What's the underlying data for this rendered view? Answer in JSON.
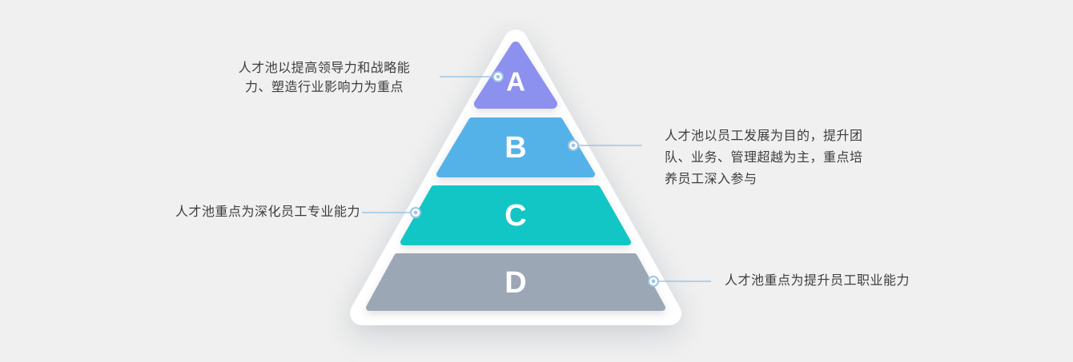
{
  "diagram": {
    "title": "talent-pool-pyramid",
    "background_color": "#f0f0f0",
    "connector_color": "#9cc6e6",
    "levels": [
      {
        "id": "A",
        "label": "A",
        "color": "#8C90EE",
        "annotation": "人才池以提高领导力和战略能力、塑造行业影响力为重点",
        "annotation_side": "left"
      },
      {
        "id": "B",
        "label": "B",
        "color": "#55B2E8",
        "annotation": "人才池以员工发展为目的，提升团队、业务、管理超越为主，重点培养员工深入参与",
        "annotation_side": "right"
      },
      {
        "id": "C",
        "label": "C",
        "color": "#12C6C6",
        "annotation": "人才池重点为深化员工专业能力",
        "annotation_side": "left"
      },
      {
        "id": "D",
        "label": "D",
        "color": "#9CA7B6",
        "annotation": "人才池重点为提升员工职业能力",
        "annotation_side": "right"
      }
    ]
  }
}
